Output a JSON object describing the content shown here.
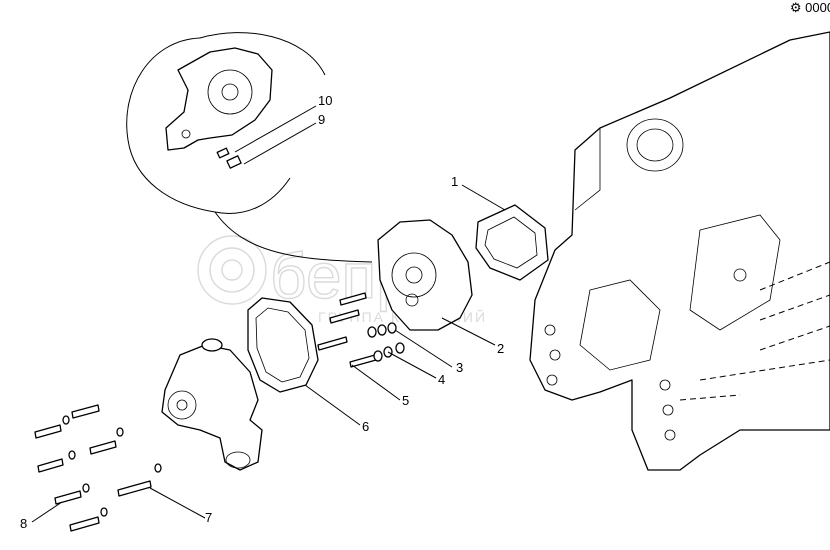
{
  "watermark": {
    "brand": "бепро",
    "tagline": "ГРУППА КОМПАНИЙ"
  },
  "corner_code": "⚙ 0000",
  "callouts": [
    {
      "id": "1",
      "label": "1"
    },
    {
      "id": "2",
      "label": "2"
    },
    {
      "id": "3",
      "label": "3"
    },
    {
      "id": "4",
      "label": "4"
    },
    {
      "id": "5",
      "label": "5"
    },
    {
      "id": "6",
      "label": "6"
    },
    {
      "id": "7",
      "label": "7"
    },
    {
      "id": "8",
      "label": "8"
    },
    {
      "id": "9",
      "label": "9"
    },
    {
      "id": "10",
      "label": "10"
    }
  ]
}
